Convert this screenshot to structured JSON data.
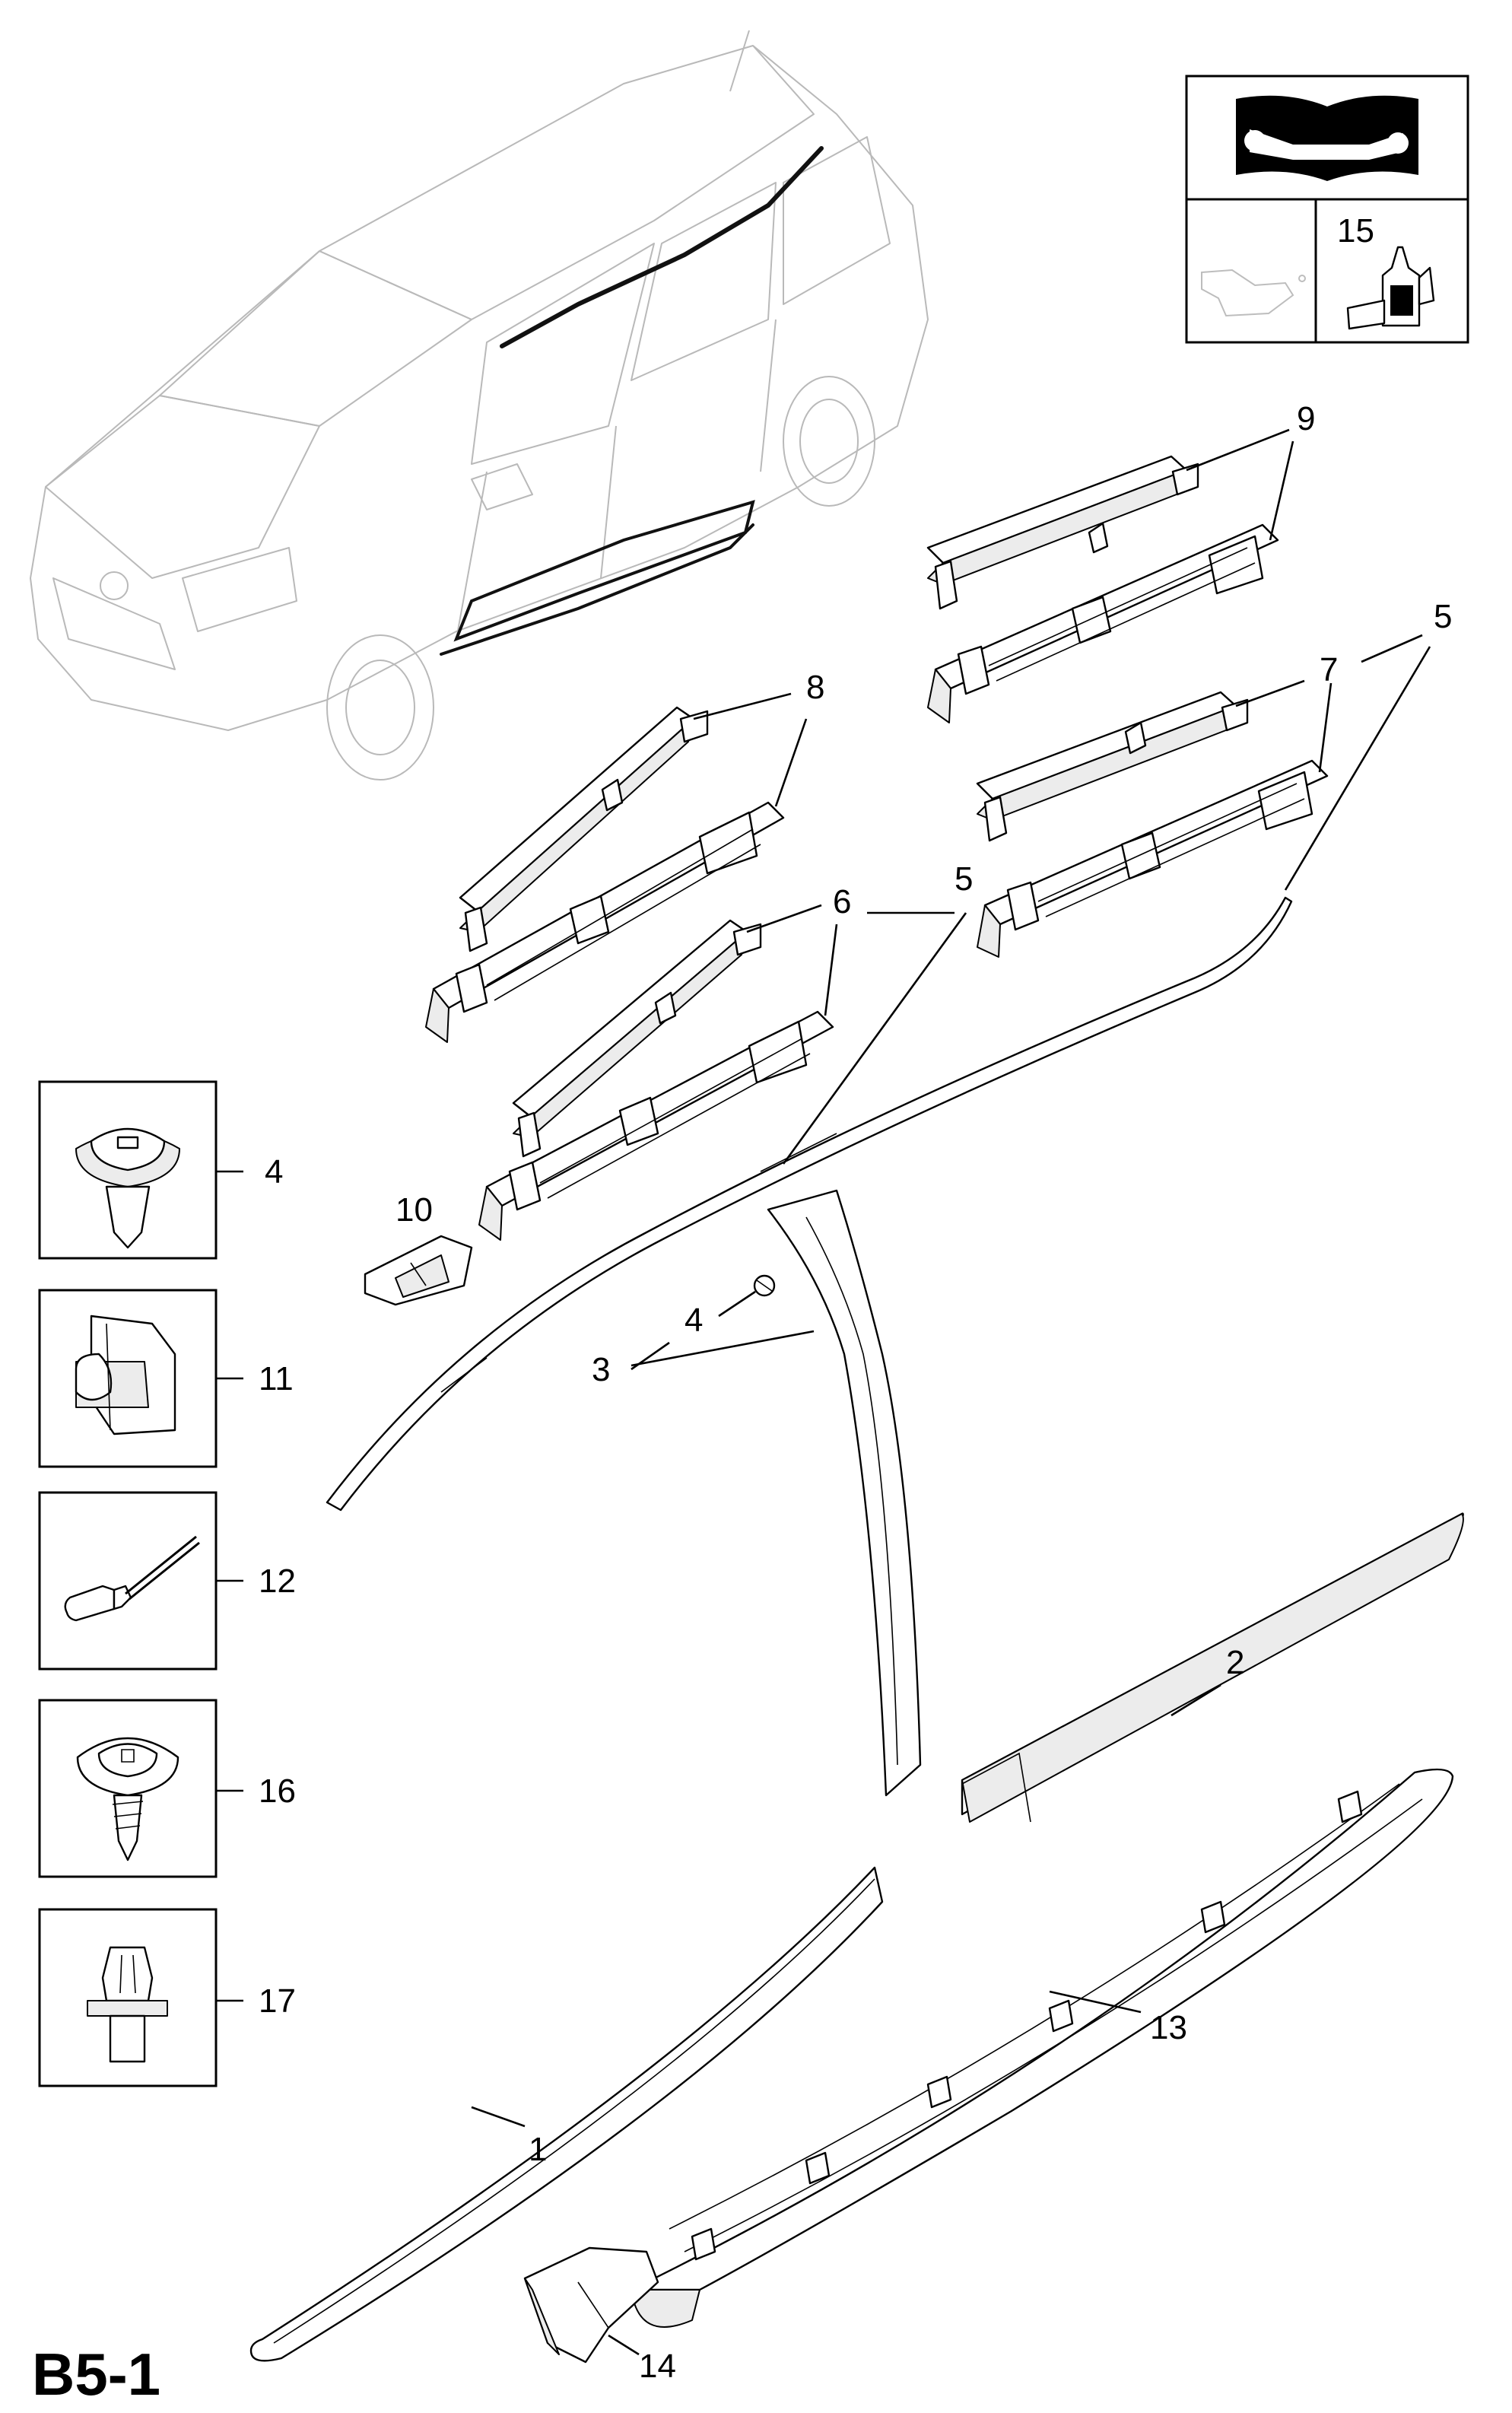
{
  "diagram_code": "B5-1",
  "callouts": {
    "c1": "1",
    "c2": "2",
    "c3": "3",
    "c4a": "4",
    "c4b": "4",
    "c5a": "5",
    "c5b": "5",
    "c6": "6",
    "c7": "7",
    "c8": "8",
    "c9": "9",
    "c10": "10",
    "c11": "11",
    "c12": "12",
    "c13": "13",
    "c14": "14",
    "c15": "15",
    "c16": "16",
    "c17": "17"
  },
  "icons": {
    "manual": "repair-manual-icon",
    "adhesive": "adhesive-bottle-icon",
    "container": "container-icon"
  }
}
